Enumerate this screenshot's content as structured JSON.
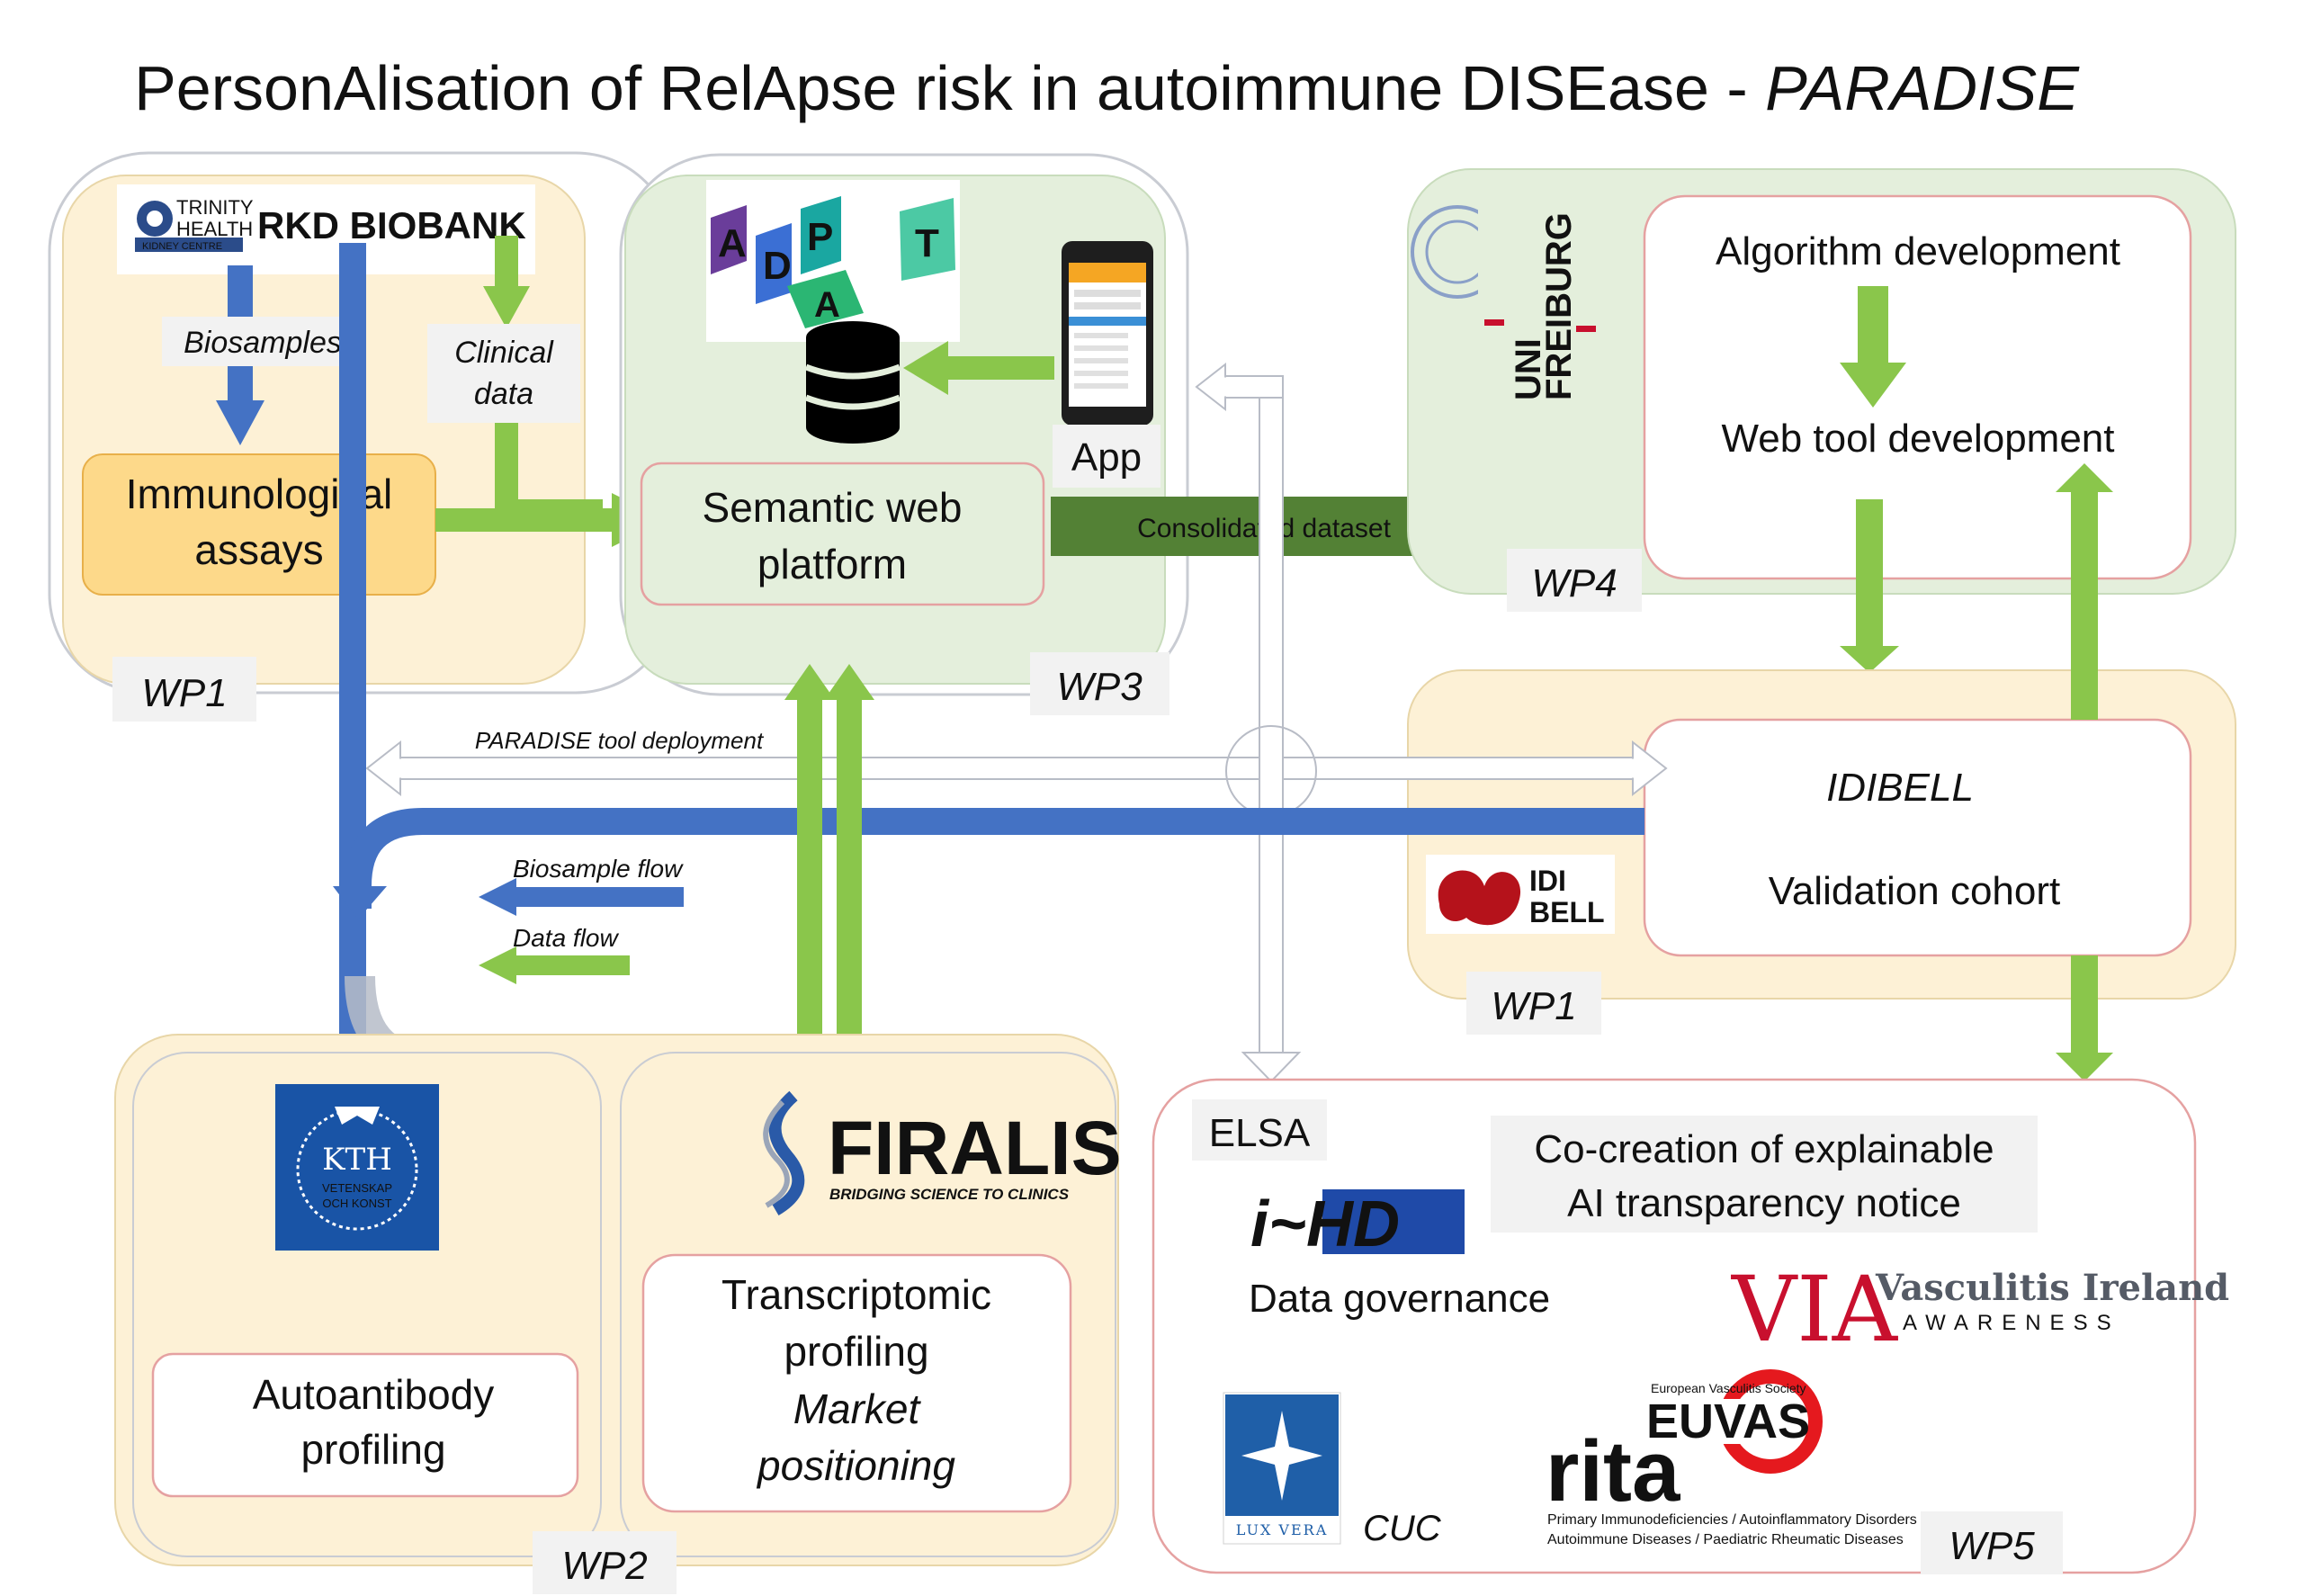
{
  "title": {
    "main": "PersonAlisation of RelApse risk in autoimmune DISEase - ",
    "acronym": "PARADISE"
  },
  "wp_labels": {
    "wp1_top": "WP1",
    "wp3": "WP3",
    "wp4": "WP4",
    "wp1_right": "WP1",
    "wp2": "WP2",
    "wp5": "WP5"
  },
  "wp1": {
    "logo_line1": "TRINITY",
    "logo_line2": "HEALTH",
    "logo_sub": "KIDNEY CENTRE",
    "logo_name": "RKD BIOBANK",
    "biosamples_label": "Biosamples",
    "clinical_data_line1": "Clinical",
    "clinical_data_line2": "data",
    "assays_line1": "Immunological",
    "assays_line2": "assays"
  },
  "wp3": {
    "adapt_letters": [
      "A",
      "D",
      "P",
      "A",
      "T"
    ],
    "app_label": "App",
    "platform_line1": "Semantic web",
    "platform_line2": "platform"
  },
  "wp4": {
    "uni_line1": "UNI",
    "uni_line2": "FREIBURG",
    "algorithm_label": "Algorithm development",
    "webtool_label": "Web tool development"
  },
  "consolidated_label": "Consolidated dataset",
  "deployment_label": "PARADISE tool deployment",
  "idibell": {
    "name": "IDIBELL",
    "cohort": "Validation cohort",
    "logo_line1": "IDI",
    "logo_line2": "BELL"
  },
  "legend": {
    "biosample_flow": "Biosample flow",
    "data_flow": "Data flow"
  },
  "wp2": {
    "kth_name": "KTH",
    "kth_sub1": "VETENSKAP",
    "kth_sub2": "OCH KONST",
    "firalis_name": "FIRALIS",
    "firalis_tagline": "BRIDGING SCIENCE TO CLINICS",
    "autoantibody_line1": "Autoantibody",
    "autoantibody_line2": "profiling",
    "transcriptomic_line1": "Transcriptomic",
    "transcriptomic_line2": "profiling",
    "market_line1": "Market",
    "market_line2": "positioning"
  },
  "wp5": {
    "elsa": "ELSA",
    "ihd": "i~HD",
    "data_governance": "Data governance",
    "cocreation_line1": "Co-creation of explainable",
    "cocreation_line2": "AI transparency notice",
    "via_mark": "VIA",
    "via_name": "Vasculitis Ireland",
    "via_sub": "AWARENESS",
    "lux_vera": "LUX VERA",
    "cuc": "CUC",
    "euvas_top": "European Vasculitis Society",
    "euvas": "EUVAS",
    "rita": "rita",
    "rita_line1": "Primary Immunodeficiencies / Autoinflammatory Disorders",
    "rita_line2": "Autoimmune Diseases / Paediatric Rheumatic Diseases"
  },
  "colors": {
    "blue_flow": "#4472c4",
    "green_flow": "#8ac64b",
    "dark_green": "#538135",
    "wp_yellow": "#fdf1d6",
    "wp_green": "#e4efdc"
  }
}
